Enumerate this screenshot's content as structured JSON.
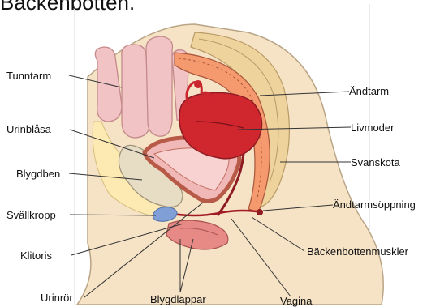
{
  "header": {
    "title": "Bäckenbotten."
  },
  "labels": {
    "tunntarm": "Tunntarm",
    "urinblasa": "Urinblåsa",
    "blygdben": "Blygdben",
    "svallkropp": "Svällkropp",
    "klitoris": "Klitoris",
    "urinror": "Urinrör",
    "blygdlappar": "Blygdläppar",
    "vagina": "Vagina",
    "andtarm": "Ändtarm",
    "livmoder": "Livmoder",
    "svanskota": "Svanskota",
    "andtarmsoppning": "Ändtarmsöppning",
    "backenbottenmuskler": "Bäckenbottenmuskler"
  },
  "colors": {
    "skin": "#f6e3c6",
    "skin_outline": "#b9a485",
    "intestine": "#f2c3c4",
    "intestine_outline": "#c48a8c",
    "bladder": "#f0b8b6",
    "bladder_wall": "#b85a48",
    "bone": "#e7dcc4",
    "fat": "#fde9b2",
    "uterus": "#d0272f",
    "uterus_outline": "#8e1b22",
    "rectum": "#f49a6e",
    "spine": "#efd39c",
    "clitoris": "#7f9fd6",
    "line": "#333333"
  }
}
